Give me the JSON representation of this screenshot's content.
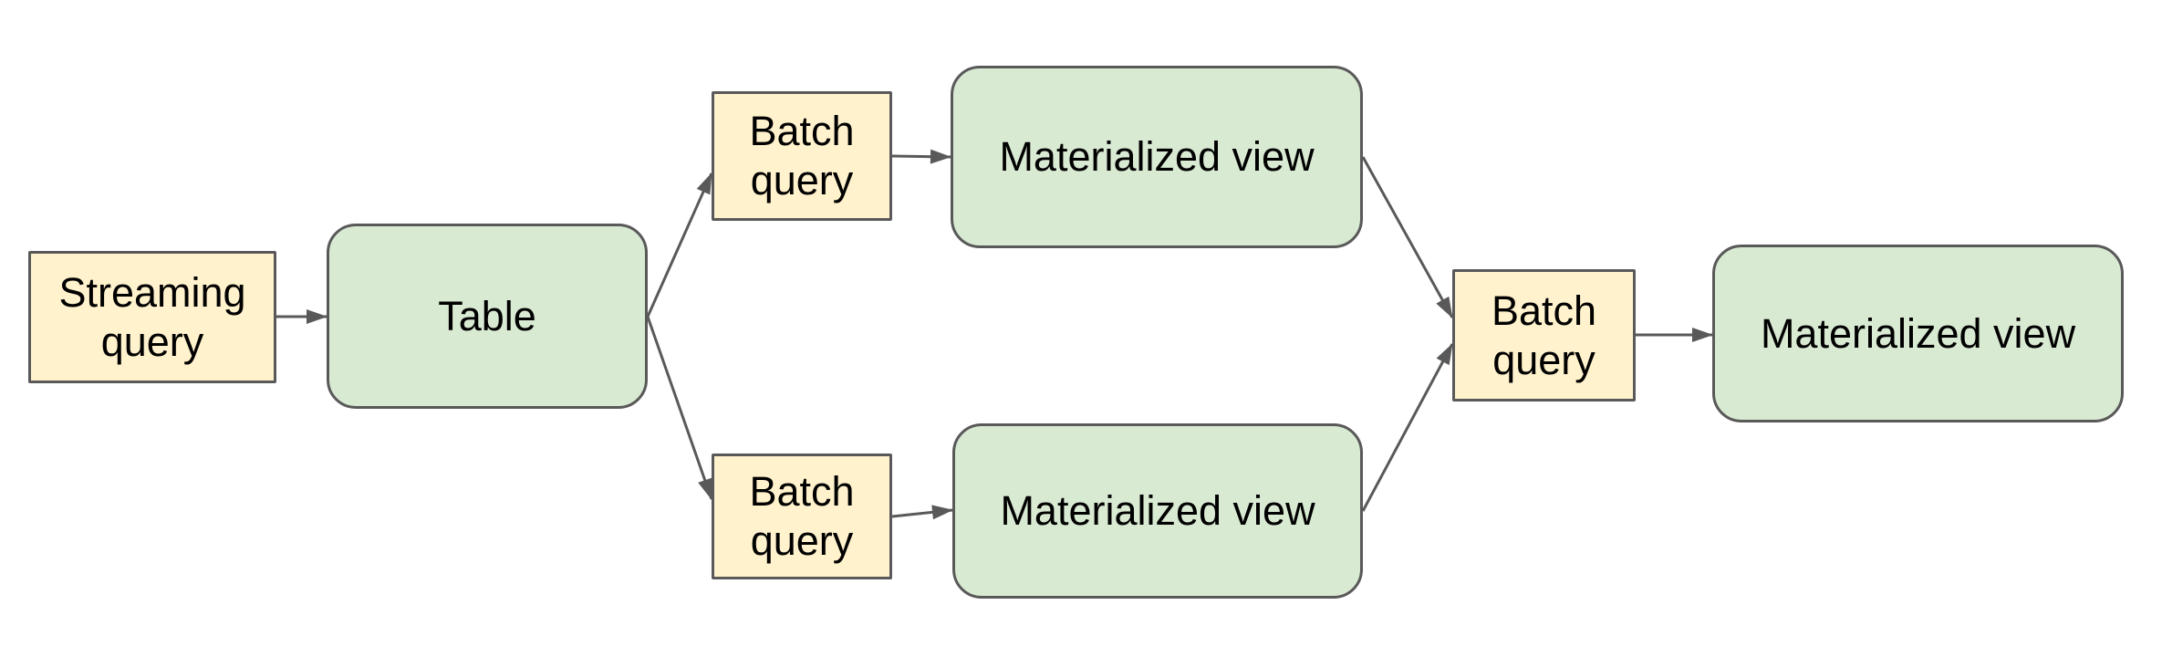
{
  "diagram": {
    "background": "#ffffff",
    "colors": {
      "query_fill": "#FFF2CC",
      "table_fill": "#D9EAD3",
      "border": "#595959",
      "arrow": "#595959",
      "text": "#000000"
    },
    "nodes": [
      {
        "id": "streaming-query",
        "label": "Streaming query",
        "shape": "rectangle",
        "role": "query"
      },
      {
        "id": "table",
        "label": "Table",
        "shape": "rounded",
        "role": "table"
      },
      {
        "id": "batch-query-top",
        "label": "Batch query",
        "shape": "rectangle",
        "role": "query"
      },
      {
        "id": "materialized-view-top",
        "label": "Materialized view",
        "shape": "rounded",
        "role": "table"
      },
      {
        "id": "batch-query-bottom",
        "label": "Batch query",
        "shape": "rectangle",
        "role": "query"
      },
      {
        "id": "materialized-view-bottom",
        "label": "Materialized view",
        "shape": "rounded",
        "role": "table"
      },
      {
        "id": "batch-query-right",
        "label": "Batch query",
        "shape": "rectangle",
        "role": "query"
      },
      {
        "id": "materialized-view-right",
        "label": "Materialized view",
        "shape": "rounded",
        "role": "table"
      }
    ],
    "edges": [
      {
        "from": "streaming-query",
        "to": "table"
      },
      {
        "from": "table",
        "to": "batch-query-top"
      },
      {
        "from": "table",
        "to": "batch-query-bottom"
      },
      {
        "from": "batch-query-top",
        "to": "materialized-view-top"
      },
      {
        "from": "batch-query-bottom",
        "to": "materialized-view-bottom"
      },
      {
        "from": "materialized-view-top",
        "to": "batch-query-right"
      },
      {
        "from": "materialized-view-bottom",
        "to": "batch-query-right"
      },
      {
        "from": "batch-query-right",
        "to": "materialized-view-right"
      }
    ]
  }
}
